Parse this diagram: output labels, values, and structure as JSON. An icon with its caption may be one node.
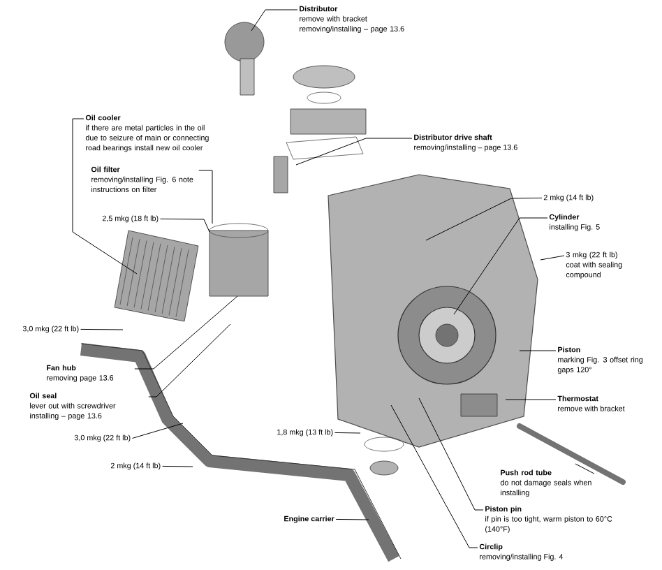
{
  "diagram": {
    "nodes": [
      {
        "text": [
          "Distributor",
          "remove with bracket removing/installing – page 13.6"
        ]
      },
      {
        "text": [
          "Oil cooler",
          "if there are metal particles in the oil due to seizure of main or connecting road bearings install new oil cooler"
        ]
      },
      {
        "text": [
          "Distributor drive shaft",
          "removing/installing – page 13.6"
        ]
      },
      {
        "text": [
          "Oil filter",
          "removing/installing Fig. 6 note instructions on filter"
        ]
      },
      {
        "text": [
          "2,5 mkg (18 ft lb)"
        ]
      },
      {
        "text": [
          "2 mkg (14 ft lb)"
        ]
      },
      {
        "text": [
          "Cylinder",
          "installing Fig. 5"
        ]
      },
      {
        "text": [
          "3 mkg (22 ft lb)",
          "coat with sealing compound"
        ]
      },
      {
        "text": [
          "3,0 mkg (22 ft lb)"
        ]
      },
      {
        "text": [
          "Piston",
          "marking Fig. 3 offset ring gaps 120°"
        ]
      },
      {
        "text": [
          "Fan hub",
          "removing page 13.6"
        ]
      },
      {
        "text": [
          "Oil seal",
          "lever out with screwdriver installing – page 13.6"
        ]
      },
      {
        "text": [
          "Thermostat",
          "remove with bracket"
        ]
      },
      {
        "text": [
          "3,0 mkg (22 ft lb)"
        ]
      },
      {
        "text": [
          "1,8 mkg (13 ft lb)"
        ]
      },
      {
        "text": [
          "2 mkg (14 ft lb)"
        ]
      },
      {
        "text": [
          "Push rod tube",
          "do not damage seals when installing"
        ]
      },
      {
        "text": [
          "Piston pin",
          "if pin is too tight, warm piston to 60°C (140°F)"
        ]
      },
      {
        "text": [
          "Engine carrier"
        ]
      },
      {
        "text": [
          "Circlip",
          "removing/installing Fig. 4"
        ]
      }
    ],
    "edges": [
      {
        "from": 0,
        "to": null,
        "arrow": "none"
      },
      {
        "from": 1,
        "to": null,
        "arrow": "none"
      },
      {
        "from": 2,
        "to": null,
        "arrow": "none"
      },
      {
        "from": 3,
        "to": null,
        "arrow": "none"
      },
      {
        "from": 4,
        "to": null,
        "arrow": "none"
      },
      {
        "from": 5,
        "to": null,
        "arrow": "none"
      },
      {
        "from": 6,
        "to": null,
        "arrow": "none"
      },
      {
        "from": 7,
        "to": null,
        "arrow": "none"
      },
      {
        "from": 8,
        "to": null,
        "arrow": "none"
      },
      {
        "from": 9,
        "to": null,
        "arrow": "none"
      },
      {
        "from": 10,
        "to": null,
        "arrow": "none"
      },
      {
        "from": 11,
        "to": null,
        "arrow": "none"
      },
      {
        "from": 12,
        "to": null,
        "arrow": "none"
      },
      {
        "from": 13,
        "to": null,
        "arrow": "none"
      },
      {
        "from": 14,
        "to": null,
        "arrow": "none"
      },
      {
        "from": 15,
        "to": null,
        "arrow": "none"
      },
      {
        "from": 16,
        "to": null,
        "arrow": "none"
      },
      {
        "from": 17,
        "to": null,
        "arrow": "none"
      },
      {
        "from": 18,
        "to": null,
        "arrow": "none"
      },
      {
        "from": 19,
        "to": null,
        "arrow": "none"
      }
    ]
  }
}
